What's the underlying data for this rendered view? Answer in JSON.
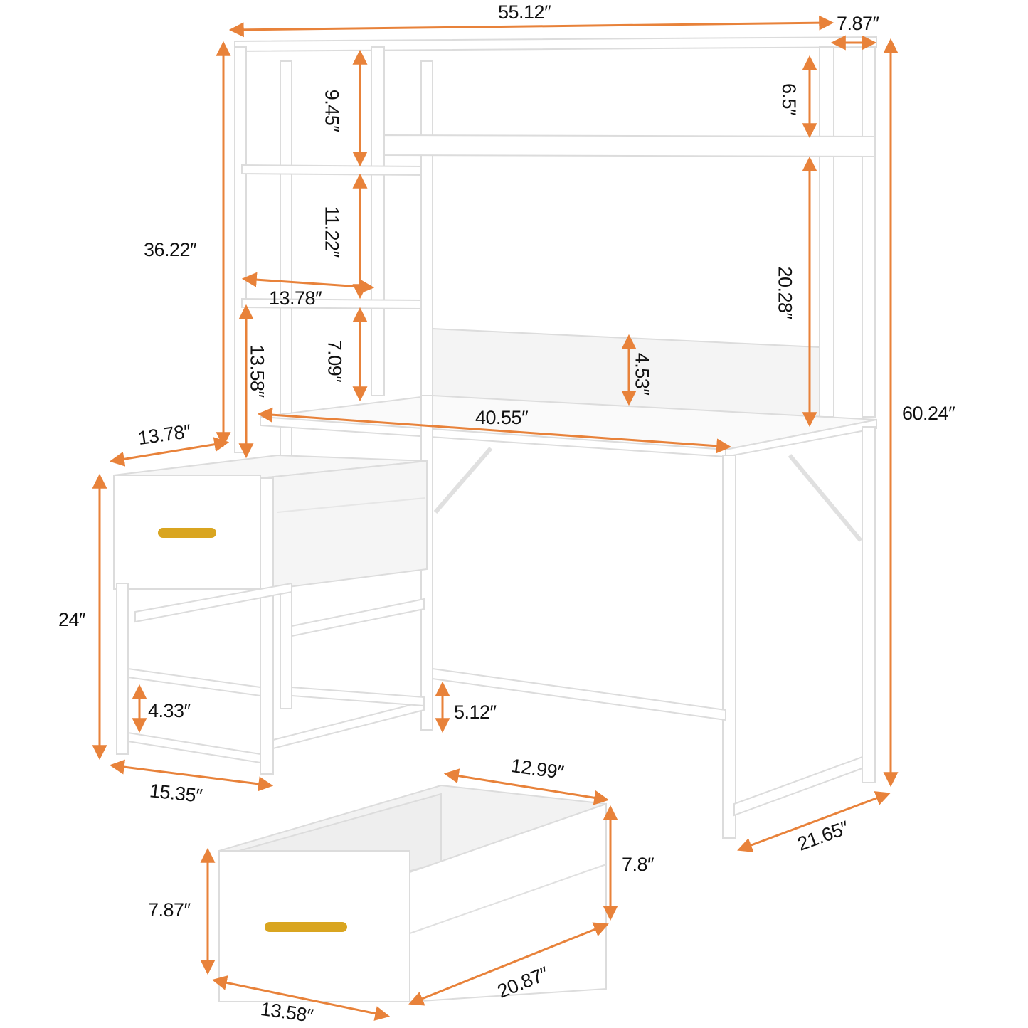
{
  "diagram": {
    "subject": "White computer desk with hutch, side shelves and drawer cabinet",
    "arrow_color": "#E8823A",
    "frame_color": "#E4E4E4",
    "handle_color": "#D9A520",
    "dimensions": {
      "overall_width": "55.12″",
      "hutch_depth": "7.87″",
      "overall_height": "60.24″",
      "side_shelf_height": "36.22″",
      "side_top_gap": "9.45″",
      "side_mid_gap": "11.22″",
      "side_shelf_width": "13.78″",
      "side_low_gap": "7.09″",
      "side_lower_height": "13.58″",
      "hutch_top_gap": "6.5″",
      "hutch_main_gap": "20.28″",
      "backboard_height": "4.53″",
      "desktop_width": "40.55″",
      "cabinet_depth_top": "13.78″",
      "cabinet_height": "24″",
      "cabinet_bottom_clearance": "4.33″",
      "desk_bottom_clearance": "5.12″",
      "cabinet_width": "15.35″",
      "desk_depth": "21.65″",
      "drawer_inner_width": "12.99″",
      "drawer_inner_height": "7.8″",
      "drawer_front_height": "7.87″",
      "drawer_depth": "20.87″",
      "drawer_front_width": "13.58″"
    }
  }
}
